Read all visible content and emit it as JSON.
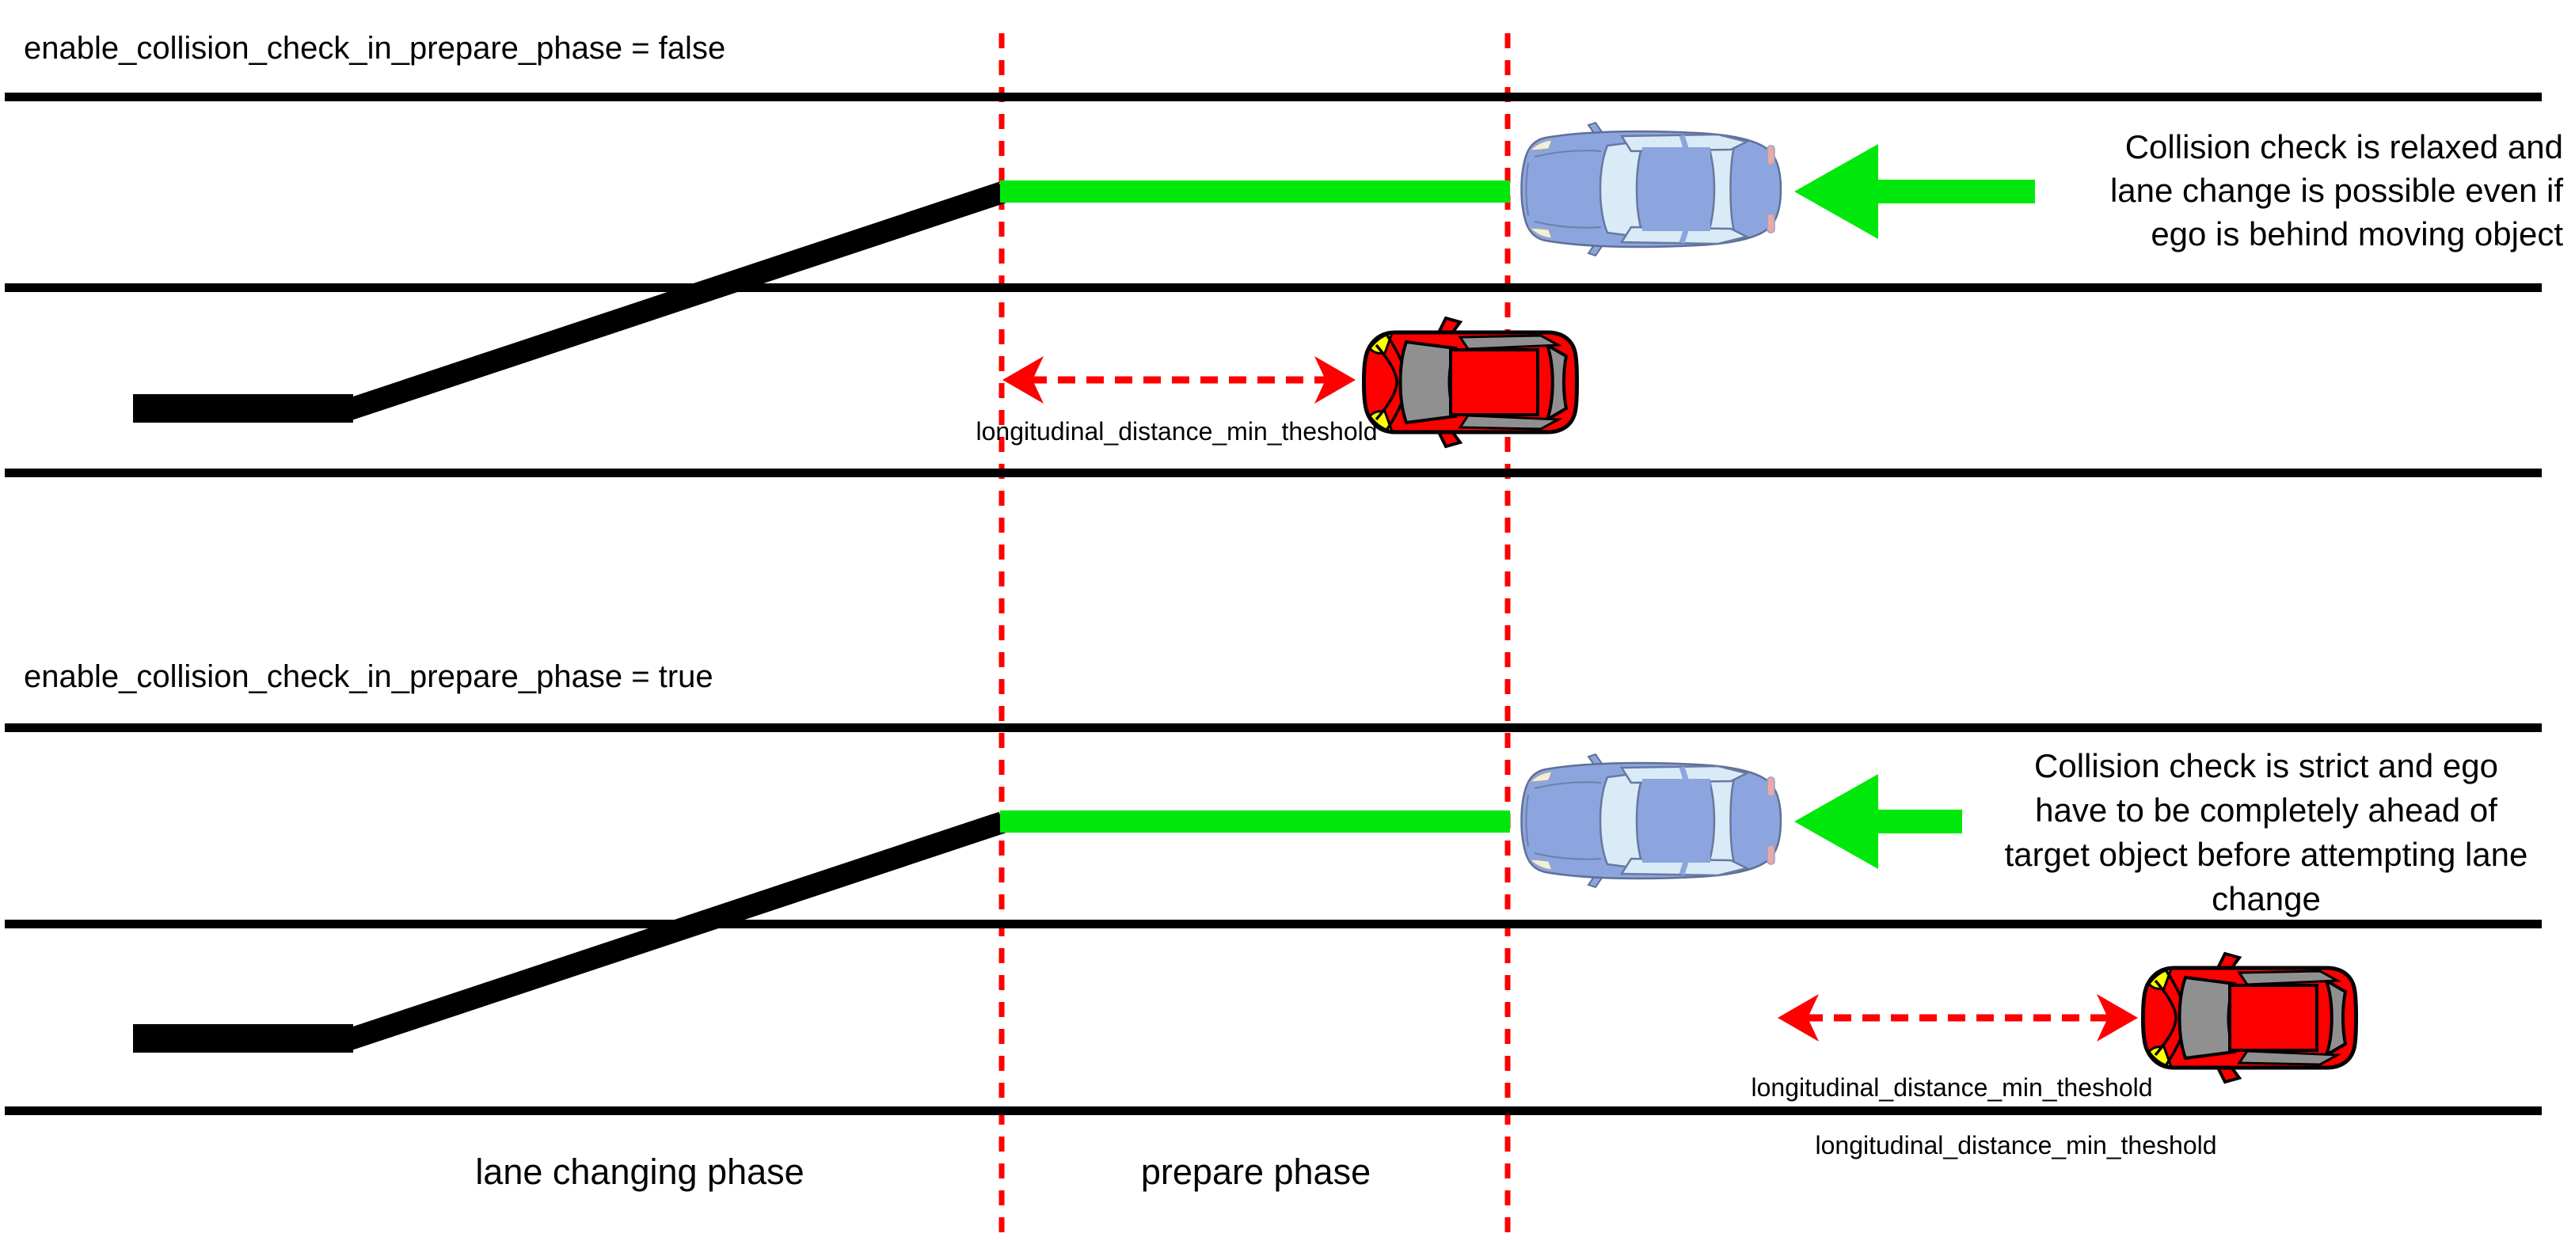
{
  "colors": {
    "green": "#00E80B",
    "red": "#FF0000",
    "black": "#000000",
    "ego_body": "#8CA5DE",
    "ego_glass": "#D9EBF6",
    "object_body": "#FF0000",
    "object_glass": "#909090",
    "object_headlight": "#FFFF00"
  },
  "top": {
    "title": "enable_collision_check_in_prepare_phase = false",
    "annotation_lines": [
      "Collision check is relaxed and",
      "lane change is possible even if",
      "ego is behind moving object"
    ],
    "threshold_label": "longitudinal_distance_min_theshold"
  },
  "bottom": {
    "title": "enable_collision_check_in_prepare_phase = true",
    "annotation_lines": [
      "Collision check is strict and ego",
      "have to be completely ahead of",
      "target object before attempting lane",
      "change"
    ],
    "threshold_label_upper": "longitudinal_distance_min_theshold",
    "threshold_label_lower": "longitudinal_distance_min_theshold"
  },
  "phases": {
    "lane_changing_label": "lane changing phase",
    "prepare_label": "prepare phase"
  }
}
